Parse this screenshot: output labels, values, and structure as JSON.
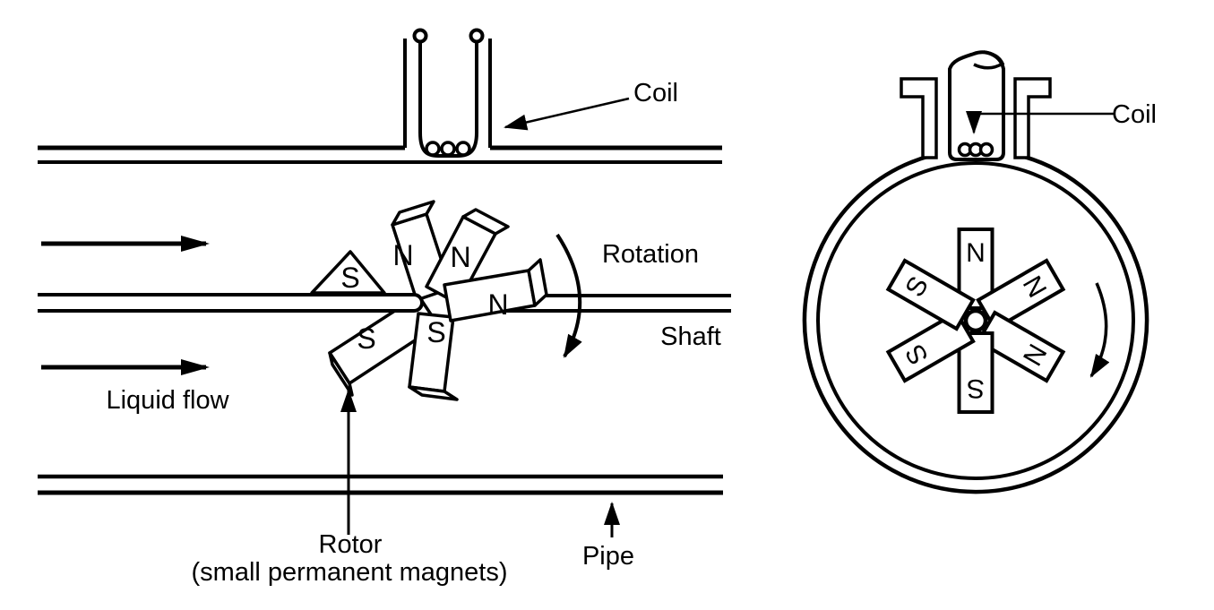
{
  "figure": {
    "background": "#ffffff",
    "ink": "#000000",
    "side_view": {
      "name": "turbine-flow-sensor-side-view",
      "labels": {
        "coil": "Coil",
        "rotation": "Rotation",
        "shaft": "Shaft",
        "liquid_flow": "Liquid flow",
        "rotor_line1": "Rotor",
        "rotor_line2": "(small permanent magnets)",
        "pipe": "Pipe"
      },
      "rotor_magnets": [
        {
          "pole": "S",
          "position": "upper-left"
        },
        {
          "pole": "N",
          "position": "top"
        },
        {
          "pole": "N",
          "position": "upper-right"
        },
        {
          "pole": "N",
          "position": "right"
        },
        {
          "pole": "S",
          "position": "bottom"
        },
        {
          "pole": "S",
          "position": "lower-left"
        }
      ]
    },
    "cross_section_view": {
      "name": "pipe-cross-section-view",
      "labels": {
        "coil": "Coil"
      },
      "rotor_magnets": [
        {
          "pole": "N",
          "position": "top"
        },
        {
          "pole": "N",
          "position": "upper-right"
        },
        {
          "pole": "N",
          "position": "lower-right"
        },
        {
          "pole": "S",
          "position": "bottom"
        },
        {
          "pole": "S",
          "position": "lower-left"
        },
        {
          "pole": "S",
          "position": "upper-left"
        }
      ]
    }
  }
}
